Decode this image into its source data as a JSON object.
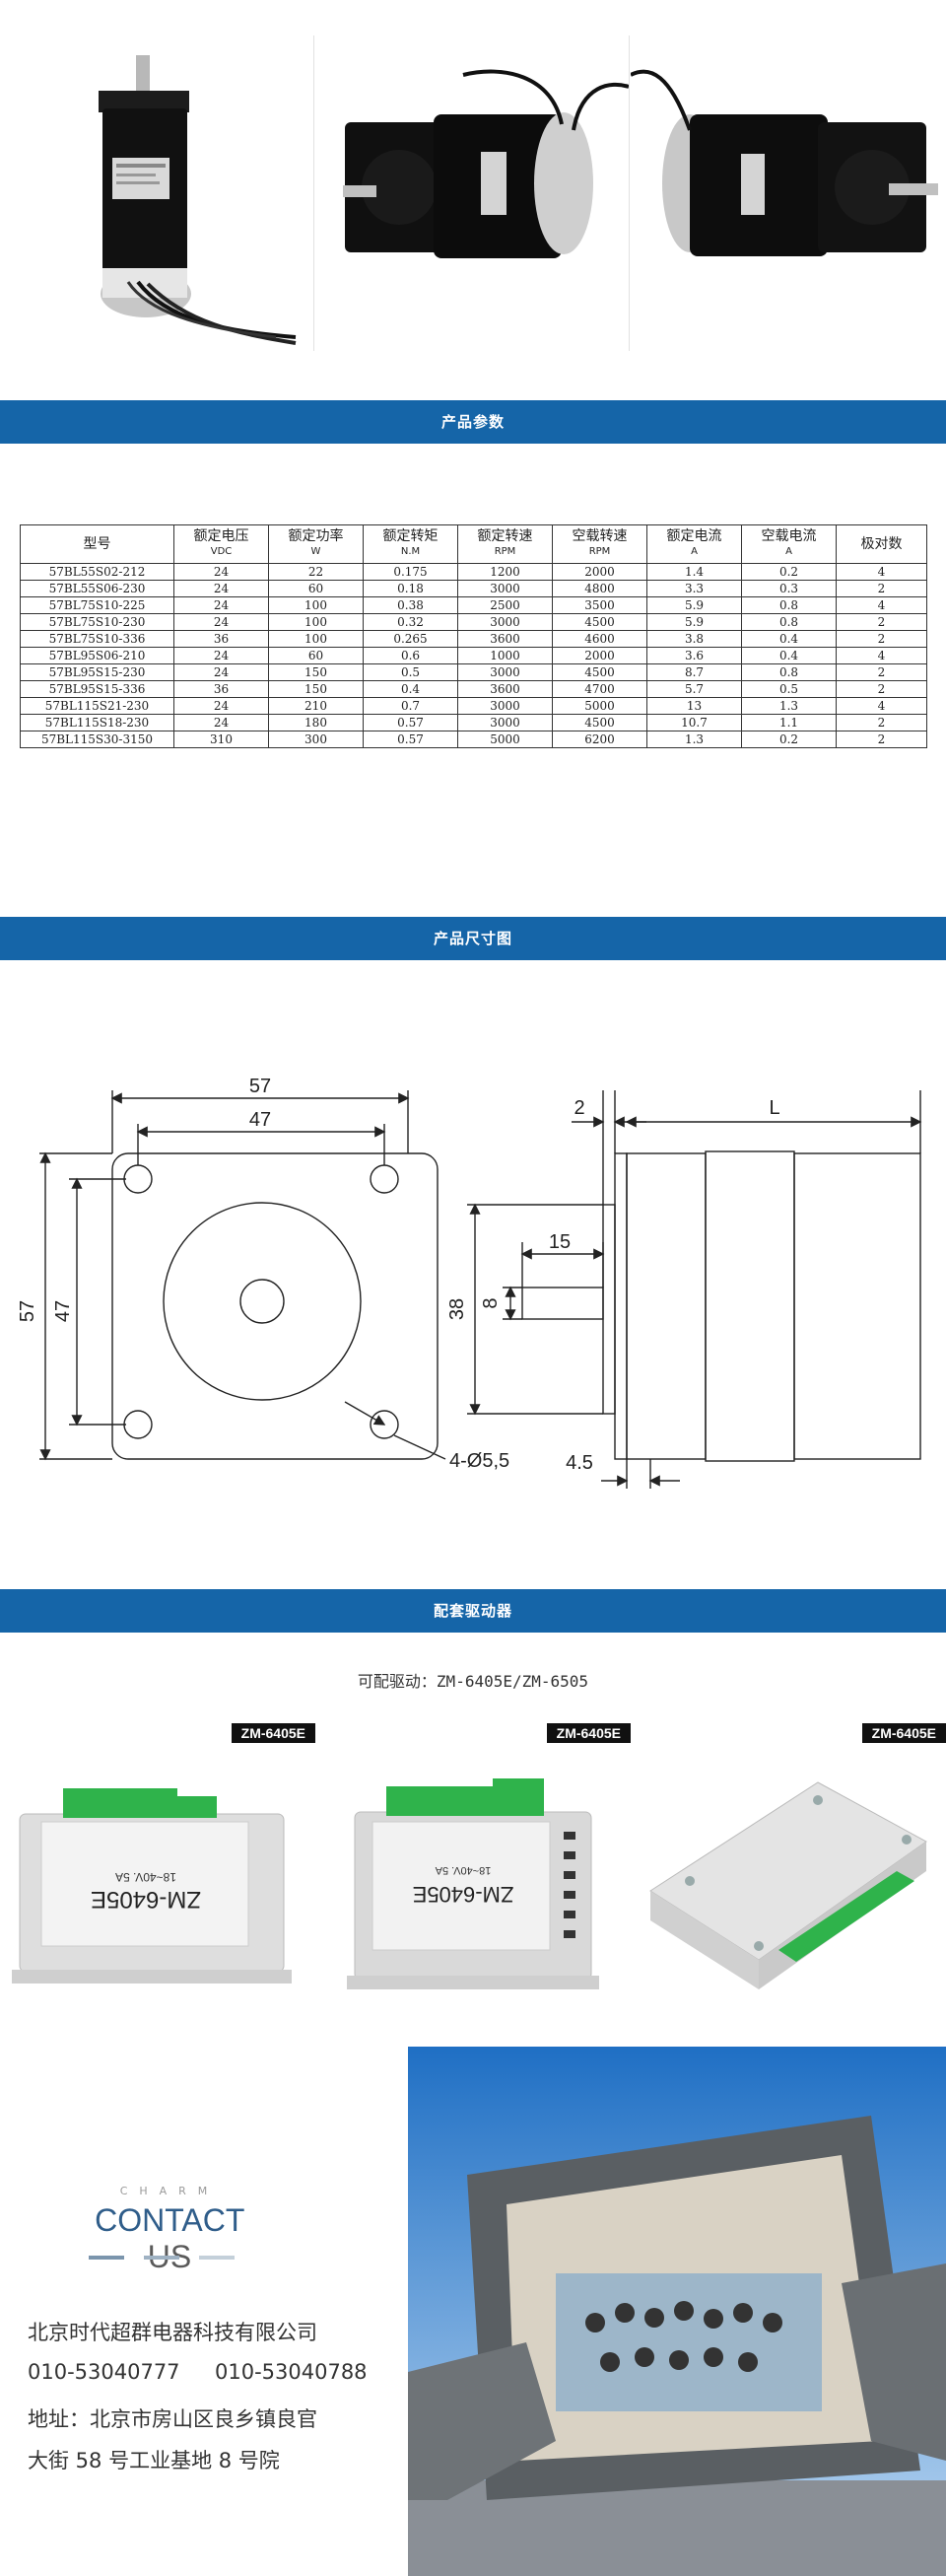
{
  "sections": {
    "params_title": "产品参数",
    "dimension_title": "产品尺寸图",
    "driver_title": "配套驱动器"
  },
  "table": {
    "headers": [
      {
        "label": "型号",
        "unit": ""
      },
      {
        "label": "额定电压",
        "unit": "VDC"
      },
      {
        "label": "额定功率",
        "unit": "W"
      },
      {
        "label": "额定转矩",
        "unit": "N.M"
      },
      {
        "label": "额定转速",
        "unit": "RPM"
      },
      {
        "label": "空载转速",
        "unit": "RPM"
      },
      {
        "label": "额定电流",
        "unit": "A"
      },
      {
        "label": "空载电流",
        "unit": "A"
      },
      {
        "label": "极对数",
        "unit": ""
      }
    ],
    "rows": [
      [
        "57BL55S02-212",
        "24",
        "22",
        "0.175",
        "1200",
        "2000",
        "1.4",
        "0.2",
        "4"
      ],
      [
        "57BL55S06-230",
        "24",
        "60",
        "0.18",
        "3000",
        "4800",
        "3.3",
        "0.3",
        "2"
      ],
      [
        "57BL75S10-225",
        "24",
        "100",
        "0.38",
        "2500",
        "3500",
        "5.9",
        "0.8",
        "4"
      ],
      [
        "57BL75S10-230",
        "24",
        "100",
        "0.32",
        "3000",
        "4500",
        "5.9",
        "0.8",
        "2"
      ],
      [
        "57BL75S10-336",
        "36",
        "100",
        "0.265",
        "3600",
        "4600",
        "3.8",
        "0.4",
        "2"
      ],
      [
        "57BL95S06-210",
        "24",
        "60",
        "0.6",
        "1000",
        "2000",
        "3.6",
        "0.4",
        "4"
      ],
      [
        "57BL95S15-230",
        "24",
        "150",
        "0.5",
        "3000",
        "4500",
        "8.7",
        "0.8",
        "2"
      ],
      [
        "57BL95S15-336",
        "36",
        "150",
        "0.4",
        "3600",
        "4700",
        "5.7",
        "0.5",
        "2"
      ],
      [
        "57BL115S21-230",
        "24",
        "210",
        "0.7",
        "3000",
        "5000",
        "13",
        "1.3",
        "4"
      ],
      [
        "57BL115S18-230",
        "24",
        "180",
        "0.57",
        "3000",
        "4500",
        "10.7",
        "1.1",
        "2"
      ],
      [
        "57BL115S30-3150",
        "310",
        "300",
        "0.57",
        "5000",
        "6200",
        "1.3",
        "0.2",
        "2"
      ]
    ]
  },
  "dimensions": {
    "outer": "57",
    "hole_pitch": "47",
    "outer_v": "57",
    "hole_pitch_v": "47",
    "holes": "4-Ø5,5",
    "flange": "2",
    "length": "L",
    "shaft_len": "15",
    "shaft_dia": "8",
    "pilot": "38",
    "pilot_depth": "4.5"
  },
  "driver": {
    "caption": "可配驱动：ZM-6405E/ZM-6505",
    "tag": "ZM-6405E",
    "label_model": "ZM-6405E",
    "label_spec": "18~40V. 5A"
  },
  "contact": {
    "charm": "CHARM",
    "title_main": "CONTACT",
    "title_us": "US",
    "company": "北京时代超群电器科技有限公司",
    "phone1": "010-53040777",
    "phone2": "010-53040788",
    "address1": "地址：北京市房山区良乡镇良官",
    "address2": "大街 58 号工业基地 8 号院"
  },
  "colors": {
    "banner": "#1565a8",
    "terminal_green": "#2fb34b",
    "contact_blue": "#2f5d8a"
  }
}
